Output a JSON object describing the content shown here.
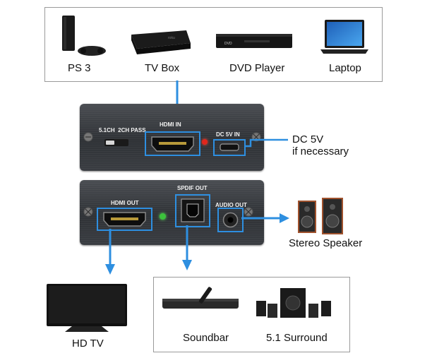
{
  "sources": [
    {
      "label": "PS 3",
      "icon": "game-console-icon"
    },
    {
      "label": "TV Box",
      "icon": "streaming-box-icon"
    },
    {
      "label": "DVD Player",
      "icon": "dvd-player-icon"
    },
    {
      "label": "Laptop",
      "icon": "laptop-icon"
    }
  ],
  "front_panel": {
    "switch_label": "5.1CH  2CH PASS",
    "hdmi_in_label": "HDMI IN",
    "dc_label": "DC 5V IN"
  },
  "power_note": {
    "line1": "DC 5V",
    "line2": "if necessary"
  },
  "back_panel": {
    "hdmi_out_label": "HDMI OUT",
    "spdif_label": "SPDIF OUT",
    "audio_label": "AUDIO OUT"
  },
  "outputs": {
    "tv": "HD TV",
    "speaker": "Stereo Speaker",
    "soundbar": "Soundbar",
    "surround": "5.1 Surround"
  },
  "colors": {
    "arrow": "#2e8fe0",
    "led_red": "#e0261c",
    "led_green": "#3cc23c",
    "panel": "#3a3d42"
  }
}
